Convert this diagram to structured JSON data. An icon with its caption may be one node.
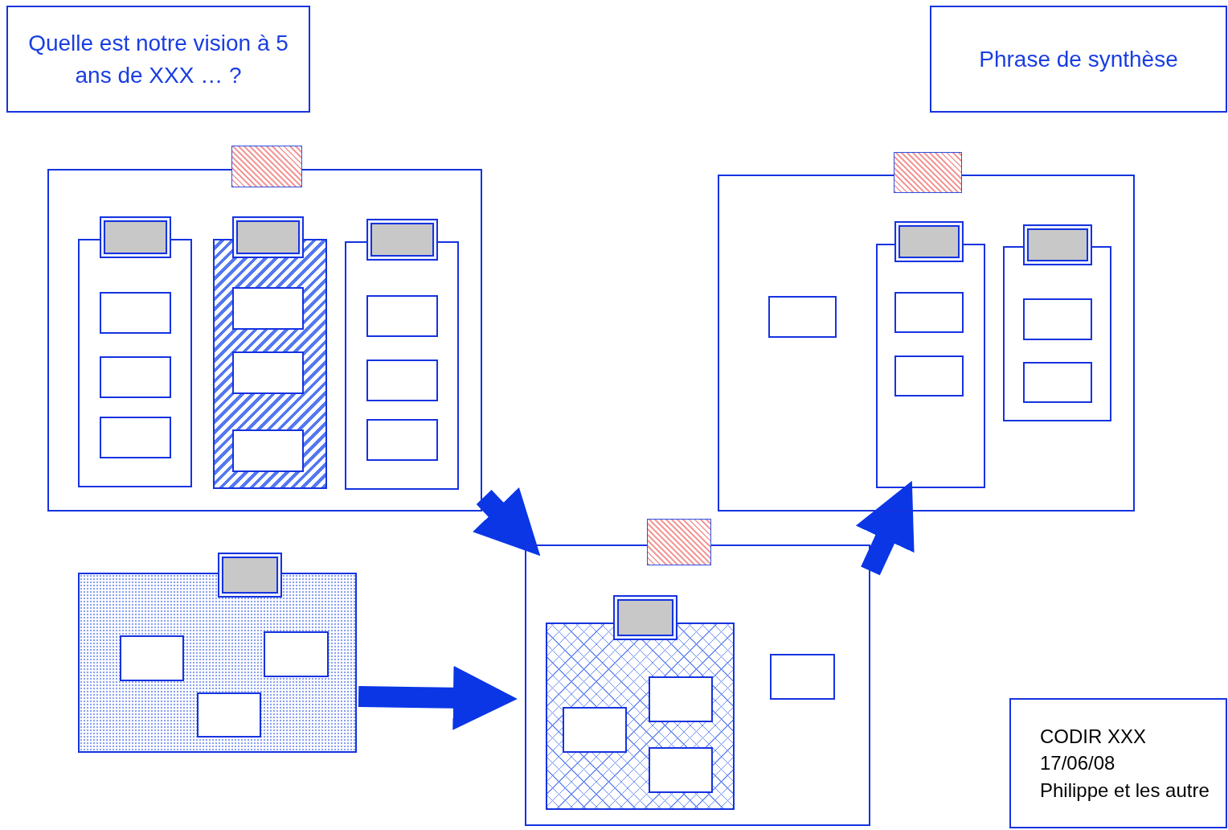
{
  "diagram": {
    "nodes": [
      {
        "text": [
          "Quelle est notre vision à 5 ans de XXX … ?"
        ]
      },
      {
        "text": [
          "Phrase de synthèse"
        ]
      },
      {
        "text": [],
        "shape": "box"
      },
      {
        "text": [],
        "shape": "box"
      },
      {
        "text": [],
        "shape": "box",
        "in": 2
      },
      {
        "text": [],
        "shape": "box",
        "in": 2
      },
      {
        "text": [],
        "shape": "box",
        "in": 4
      },
      {
        "text": [],
        "shape": "box",
        "in": 4
      },
      {
        "text": [],
        "shape": "box",
        "in": 4
      },
      {
        "text": [],
        "shape": "box",
        "in": 2
      },
      {
        "text": [],
        "shape": "box",
        "in": 2
      },
      {
        "text": [],
        "shape": "box",
        "in": 9
      },
      {
        "text": [],
        "shape": "box",
        "in": 9
      },
      {
        "text": [],
        "shape": "box",
        "in": 9
      },
      {
        "text": [],
        "shape": "box",
        "in": 2
      },
      {
        "text": [],
        "shape": "box",
        "in": 2
      },
      {
        "text": [],
        "shape": "box",
        "in": 14
      },
      {
        "text": [],
        "shape": "box",
        "in": 14
      },
      {
        "text": [],
        "shape": "box",
        "in": 14
      },
      {
        "text": [],
        "shape": "box"
      },
      {
        "text": [],
        "shape": "box"
      },
      {
        "text": [],
        "shape": "box",
        "in": 19
      },
      {
        "text": [],
        "shape": "box",
        "in": 19
      },
      {
        "text": [],
        "shape": "box",
        "in": 19
      },
      {
        "text": [],
        "shape": "box",
        "in": 22
      },
      {
        "text": [],
        "shape": "box",
        "in": 22
      },
      {
        "text": [],
        "shape": "box",
        "in": 19
      },
      {
        "text": [],
        "shape": "box",
        "in": 19
      },
      {
        "text": [],
        "shape": "box",
        "in": 26
      },
      {
        "text": [],
        "shape": "box",
        "in": 26
      },
      {
        "text": [],
        "shape": "box"
      },
      {
        "text": [],
        "shape": "box"
      },
      {
        "text": [],
        "shape": "box",
        "in": 30
      },
      {
        "text": [],
        "shape": "box",
        "in": 30
      },
      {
        "text": [],
        "shape": "box",
        "in": 30
      },
      {
        "text": [],
        "shape": "box"
      },
      {
        "text": [],
        "shape": "box"
      },
      {
        "text": [],
        "shape": "box",
        "in": 35
      },
      {
        "text": [],
        "shape": "box",
        "in": 35
      },
      {
        "text": [],
        "shape": "box",
        "in": 37
      },
      {
        "text": [],
        "shape": "box",
        "in": 37
      },
      {
        "text": [],
        "shape": "box",
        "in": 37
      },
      {
        "text": [],
        "shape": "box",
        "in": 35
      },
      {
        "text": [
          "CODIR XXX",
          "17/06/08",
          "Philippe et les autre"
        ]
      }
    ],
    "edges": [
      {
        "from": 2,
        "to": 35,
        "arrow": "to"
      },
      {
        "from": 30,
        "to": 35,
        "arrow": "to"
      },
      {
        "from": 35,
        "to": 22,
        "arrow": "to"
      }
    ]
  }
}
